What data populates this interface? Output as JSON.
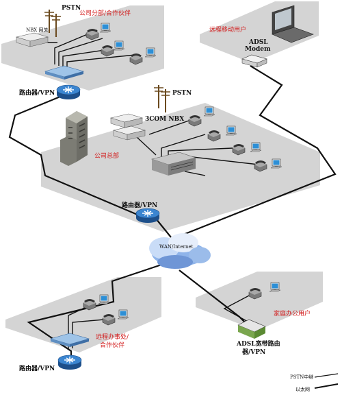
{
  "diagram": {
    "nodes": {
      "pstn_branch": "PSTN",
      "branch_site": "公司分部/合作伙伴",
      "nbx_branch": "NBX 网关",
      "router_branch": "路由器/VPN",
      "pstn_hq": "PSTN",
      "nbx_hq": "3COM NBX",
      "hq_site": "公司总部",
      "router_hq": "路由器/VPN",
      "wan": "WAN/Internet",
      "remote_mobile": "远程移动用户",
      "adsl_modem_1": "ADSL",
      "adsl_modem_2": "Modem",
      "remote_office_1": "远程办事处/",
      "remote_office_2": "合作伙伴",
      "router_remote": "路由器/VPN",
      "home_office": "家庭办公用户",
      "adsl_router_1": "ADSL宽带路由",
      "adsl_router_2": "器/VPN"
    },
    "legend": {
      "pstn_trunk": "PSTN中继",
      "ethernet": "以太网"
    },
    "colors": {
      "zone": "#d4d4d4",
      "label_red": "#d21a1a",
      "router_blue": "#2a6bb5",
      "monitor_blue": "#2d8fd6"
    }
  }
}
